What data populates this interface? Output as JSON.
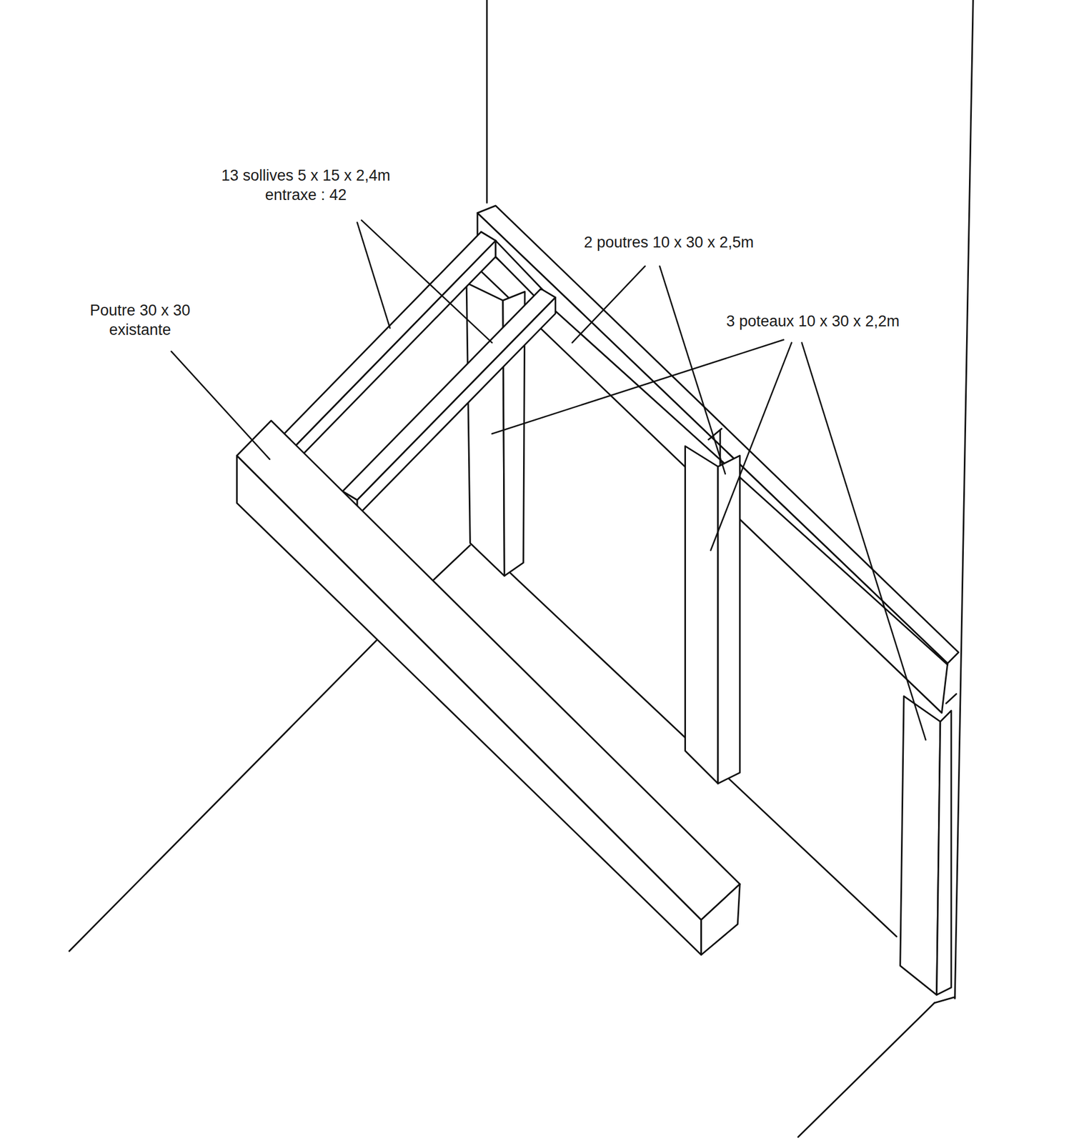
{
  "diagram": {
    "labels": [
      "13 sollives 5 x 15 x 2,4m entraxe : 42",
      "2 poutres 10 x 30 x 2,5m",
      "3 poteaux 10 x 30 x 2,2m",
      "Poutre 30 x 30 existante"
    ]
  }
}
